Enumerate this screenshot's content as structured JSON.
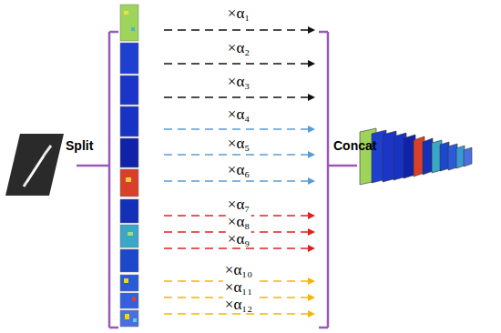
{
  "diagram": {
    "labels": [
      "Split",
      "×α₁",
      "×α₂",
      "×α₃",
      "×α₄",
      "×α₅",
      "×α₆",
      "×α₇",
      "×α₈",
      "×α₉",
      "×α₁₀",
      "×α₁₁",
      "×α₁₂",
      "Concat"
    ]
  }
}
